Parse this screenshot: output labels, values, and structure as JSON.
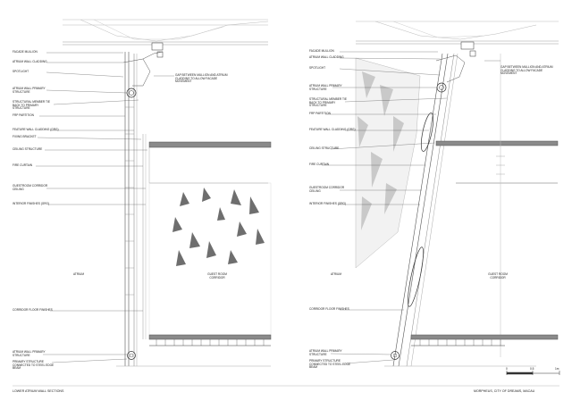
{
  "left_panel": {
    "labels": [
      "FACADE MULLION",
      "ATRIUM WALL CLADDING",
      "SPOTLIGHT",
      "ATRIUM WALL PRIMARY STRUCTURE",
      "STRUCTURAL MEMBER TIE BACK TO PRIMARY STRUCTURE",
      "FRP PARTITION",
      "FEATURE WALL CLADDING (GRG)",
      "FIXING BRACKET",
      "CEILING STRUCTURE",
      "FIRE CURTAIN",
      "GUESTROOM CORRIDOR CEILING",
      "INTERIOR FINISHES (GRG)",
      "CORRIDOR FLOOR FINISHES",
      "ATRIUM WALL PRIMARY STRUCTURE",
      "PRIMARY STRUCTURE CONNECTED TO STEEL EDGE BEAM"
    ],
    "annotation": "GAP BETWEEN MULLION AND ATRIUM CLADDING TO ALLOW FACADE MOVEMENT",
    "room_left": "ATRIUM",
    "room_right": "GUEST ROOM CORRIDOR",
    "title": "LOWER ATRIUM WALL SECTIONS"
  },
  "right_panel": {
    "labels": [
      "FACADE MULLION",
      "ATRIUM WALL CLADDING",
      "SPOTLIGHT",
      "ATRIUM WALL PRIMARY STRUCTURE",
      "STRUCTURAL MEMBER TIE BACK TO PRIMARY STRUCTURE",
      "FRP PARTITION",
      "FEATURE WALL CLADDING (GRG)",
      "CEILING STRUCTURE",
      "FIRE CURTAIN",
      "GUESTROOM CORRIDOR CEILING",
      "INTERIOR FINISHES (GRG)",
      "CORRIDOR FLOOR FINISHES",
      "ATRIUM WALL PRIMARY STRUCTURE",
      "PRIMARY STRUCTURE CONNECTED TO STEEL EDGE BEAM"
    ],
    "annotation": "GAP BETWEEN MULLION AND ATRIUM CLADDING TO ALLOW FACADE MOVEMENT",
    "room_left": "ATRIUM",
    "room_right": "GUEST ROOM CORRIDOR",
    "title": "MORPHEUS, CITY OF DREAMS, MACAU"
  },
  "scale_bar": {
    "ticks": [
      "0",
      "0.5",
      "1m"
    ]
  },
  "colors": {
    "line": "#333333",
    "slab": "#8a8a8a",
    "light_line": "#b8b8b8"
  }
}
